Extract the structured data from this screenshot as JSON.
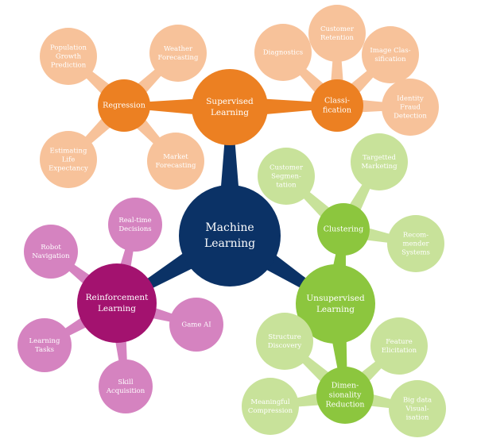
{
  "colors": {
    "root": "#0b3266",
    "orange_dark": "#ec8022",
    "orange_light": "#f7c29a",
    "green_dark": "#8cc63e",
    "green_light": "#c8e29a",
    "magenta_dark": "#a3126f",
    "magenta_light": "#d583c0"
  },
  "diagram": {
    "root": {
      "lines": [
        "Machine",
        "Learning"
      ]
    },
    "supervised": {
      "lines": [
        "Supervised",
        "Learning"
      ],
      "regression": {
        "lines": [
          "Regression"
        ],
        "leaves": [
          {
            "lines": [
              "Population",
              "Growth",
              "Prediction"
            ]
          },
          {
            "lines": [
              "Weather",
              "Forecasting"
            ]
          },
          {
            "lines": [
              "Estimating",
              "Life",
              "Expectancy"
            ]
          },
          {
            "lines": [
              "Market",
              "Forecasting"
            ]
          }
        ]
      },
      "classification": {
        "lines": [
          "Classi-",
          "fication"
        ],
        "leaves": [
          {
            "lines": [
              "Diagnostics"
            ]
          },
          {
            "lines": [
              "Customer",
              "Retention"
            ]
          },
          {
            "lines": [
              "Image Clas-",
              "sification"
            ]
          },
          {
            "lines": [
              "Identity",
              "Fraud",
              "Detection"
            ]
          }
        ]
      }
    },
    "unsupervised": {
      "lines": [
        "Unsupervised",
        "Learning"
      ],
      "clustering": {
        "lines": [
          "Clustering"
        ],
        "leaves": [
          {
            "lines": [
              "Customer",
              "Segmen-",
              "tation"
            ]
          },
          {
            "lines": [
              "Targetted",
              "Marketing"
            ]
          },
          {
            "lines": [
              "Recom-",
              "mender",
              "Systems"
            ]
          }
        ]
      },
      "dimred": {
        "lines": [
          "Dimen-",
          "sionality",
          "Reduction"
        ],
        "leaves": [
          {
            "lines": [
              "Structure",
              "Discovery"
            ]
          },
          {
            "lines": [
              "Feature",
              "Elicitation"
            ]
          },
          {
            "lines": [
              "Meaningful",
              "Compression"
            ]
          },
          {
            "lines": [
              "Big data",
              "Visual-",
              "isation"
            ]
          }
        ]
      }
    },
    "reinforcement": {
      "lines": [
        "Reinforcement",
        "Learning"
      ],
      "leaves": [
        {
          "lines": [
            "Real-time",
            "Decisions"
          ]
        },
        {
          "lines": [
            "Robot",
            "Navigation"
          ]
        },
        {
          "lines": [
            "Game AI"
          ]
        },
        {
          "lines": [
            "Learning",
            "Tasks"
          ]
        },
        {
          "lines": [
            "Skill",
            "Acquisition"
          ]
        }
      ]
    }
  }
}
